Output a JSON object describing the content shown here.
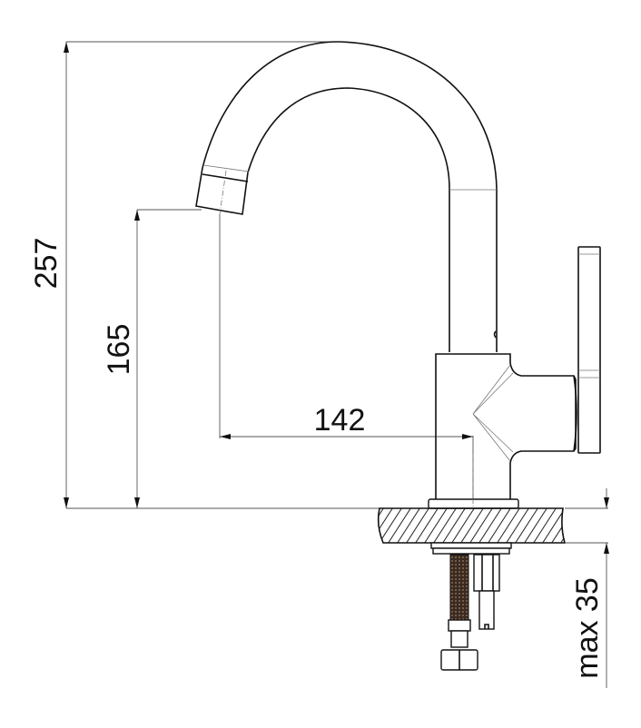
{
  "drawing": {
    "subject": "Single-lever basin mixer faucet with swivel spout (side view, technical dimension drawing)",
    "units": "mm",
    "line_color": "#111111",
    "dimension_color": "#555555"
  },
  "dimensions": {
    "total_height": {
      "label": "257",
      "orientation": "vertical"
    },
    "spout_outlet_height": {
      "label": "165",
      "orientation": "vertical"
    },
    "spout_reach": {
      "label": "142",
      "orientation": "horizontal"
    },
    "max_deck_thickness": {
      "label": "max 35",
      "orientation": "vertical"
    }
  }
}
